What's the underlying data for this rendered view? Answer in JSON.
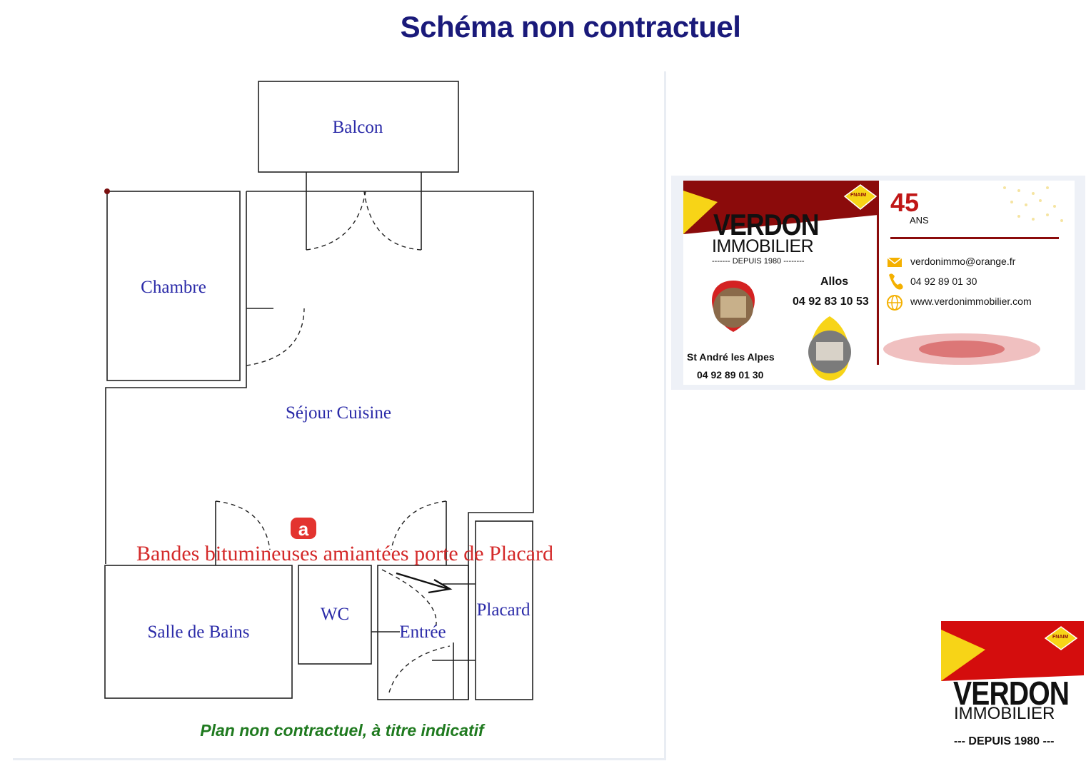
{
  "header": {
    "title": "Schéma non contractuel"
  },
  "plan": {
    "rooms": {
      "balcon": "Balcon",
      "chambre": "Chambre",
      "sejour": "Séjour Cuisine",
      "salle_de_bains": "Salle de Bains",
      "wc": "WC",
      "entree": "Entrée",
      "placard": "Placard"
    },
    "asbestos_marker": "a",
    "asbestos_note": "Bandes bitumineuses amiantées  porte de Placard",
    "footer_note": "Plan non contractuel, à titre indicatif"
  },
  "card": {
    "badge": "FNAIM",
    "brand": "VERDON",
    "brand_sub": "IMMOBILIER",
    "since": "-------  DEPUIS 1980  --------",
    "anniversary_number": "45",
    "anniversary_unit": "ANS",
    "allos_label": "Allos",
    "allos_phone": "04 92 83 10 53",
    "st_andre_label": "St André les Alpes",
    "st_andre_phone": "04 92 89 01 30",
    "email": "verdonimmo@orange.fr",
    "phone": "04 92 89 01 30",
    "website": "www.verdonimmobilier.com",
    "icons": [
      "envelope-icon",
      "phone-icon",
      "globe-icon",
      "map-pin-icon"
    ]
  },
  "logo": {
    "badge": "FNAIM",
    "brand": "VERDON",
    "brand_sub": "IMMOBILIER",
    "since": "--- DEPUIS 1980 ---"
  },
  "colors": {
    "title": "#1a1a7a",
    "room_label": "#2a2aa8",
    "asbestos_red": "#d42a2a",
    "footer_green": "#1f7a1f",
    "brand_red": "#d40d0d",
    "brand_dark_red": "#8b0b0b",
    "brand_yellow": "#f7d417"
  }
}
